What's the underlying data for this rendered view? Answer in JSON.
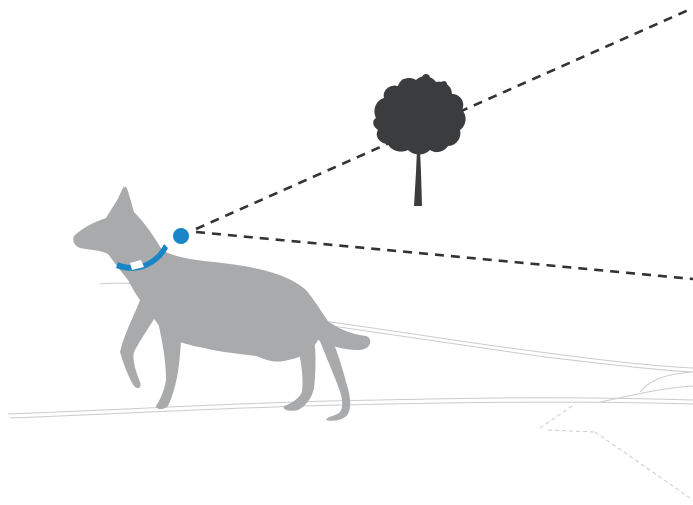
{
  "scene": {
    "background": "#ffffff",
    "colors": {
      "dog": "#a8aaac",
      "collar": "#1a86c8",
      "collar_band": "#ffffff",
      "sensor": "#1a86c8",
      "sight_lines": "#333333",
      "tree": "#3a3c3e",
      "terrain": "#c9cbcd",
      "path_dashes": "#c9cbcd"
    },
    "icons": [
      "dog-silhouette",
      "collar-sensor-dot",
      "tree-icon"
    ],
    "sight_lines_style": "dashed"
  }
}
